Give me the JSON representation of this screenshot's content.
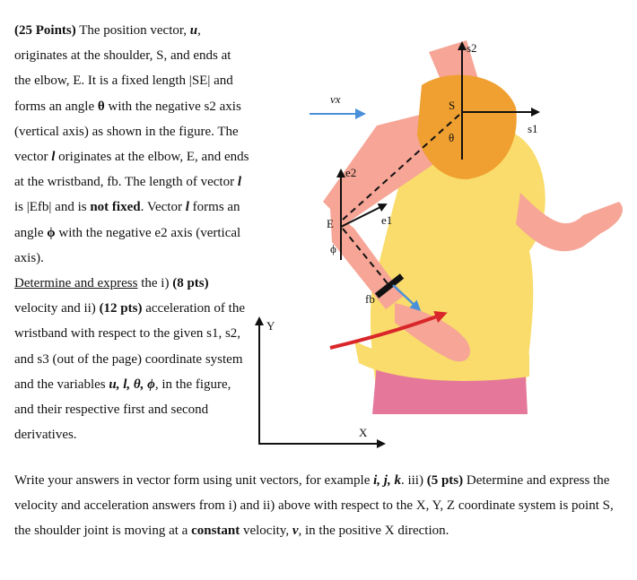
{
  "problem": {
    "points_total": "(25 Points)",
    "p1": " The position vector, ",
    "var_u": "u",
    "p2": ", originates at the shoulder, S, and ends at the elbow, E. It is a fixed length |SE| and forms an angle ",
    "theta": "θ",
    "p3": " with the negative s2 axis (vertical axis) as shown in the figure. The vector ",
    "var_l": "l",
    "p4": " originates at the elbow, E, and ends at the wristband, fb. The length of vector ",
    "var_l2": "l",
    "p5": " is |Efb| and is ",
    "not_fixed": "not fixed",
    "p6": ". Vector ",
    "var_l3": "l",
    "p7": " forms an angle ",
    "phi": "ϕ",
    "p8": " with the negative e2 axis (vertical axis).",
    "task_underline": "Determine and express",
    "t1": " the i) ",
    "pts1": "(8 pts)",
    "t2": " velocity and ii) ",
    "pts2": "(12 pts)",
    "t3": " acceleration of the wristband with respect to the given s1, s2, and s3 (out of the page) coordinate system and the variables ",
    "vars_list": "u, l, θ, ϕ",
    "t4": ", in the figure, and their respective first and second derivatives.",
    "w1": "Write your answers in vector form using unit vectors, for example ",
    "unit_vectors": "i, j, k",
    "w2": ". iii) ",
    "pts3": "(5 pts)",
    "w3": " Determine and express the velocity and acceleration answers from i) and ii) above with respect to the X, Y, Z coordinate system is point S, the shoulder joint is moving at a ",
    "constant": "constant",
    "w4": " velocity, ",
    "var_v": "v",
    "w5": ", in the positive X direction."
  },
  "figure": {
    "label_s2": "s2",
    "label_s1": "s1",
    "label_S": "S",
    "label_theta": "θ",
    "label_vx": "vx",
    "label_e2": "e2",
    "label_e1": "e1",
    "label_E": "E",
    "label_phi": "ϕ",
    "label_fb": "fb",
    "label_Y": "Y",
    "label_X": "X",
    "colors": {
      "skin": "#f6a596",
      "shirt": "#f9dc6b",
      "sleeve": "#f0a030",
      "pants": "#e5789a",
      "velocity_arrow": "#4a90d9",
      "motion_arc": "#d9262a"
    }
  }
}
